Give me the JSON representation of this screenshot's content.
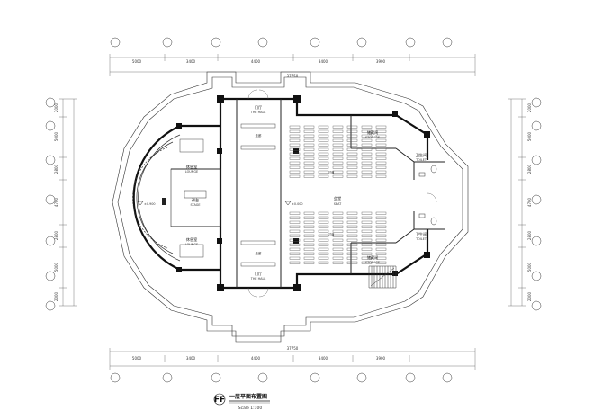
{
  "drawing": {
    "title": "一层平面布置图",
    "scale": "Scale 1:100",
    "code": "FF",
    "ink_color": "#1a1a1a",
    "paper_color": "#ffffff"
  },
  "dimensions": {
    "top_segments": [
      "5000",
      "3400",
      "4400",
      "3400",
      "3900"
    ],
    "top_total": "37750",
    "bottom_segments": [
      "5000",
      "3400",
      "4400",
      "3400",
      "3900"
    ],
    "bottom_total": "37750",
    "left_segments": [
      "2000",
      "5000",
      "2800",
      "4700",
      "2800",
      "5000",
      "2000"
    ],
    "right_segments": [
      "2000",
      "5000",
      "2800",
      "4700",
      "2800",
      "5000",
      "2000"
    ]
  },
  "rooms": {
    "foyer_top": {
      "cn": "门厅",
      "en": "THE HALL"
    },
    "foyer_bottom": {
      "cn": "门厅",
      "en": "THE HALL"
    },
    "storage_top": {
      "cn": "储藏间",
      "en": "STORAGE"
    },
    "storage_bottom": {
      "cn": "储藏间",
      "en": "STORAGE"
    },
    "worship": {
      "cn": "会堂",
      "en": "SEAT"
    },
    "vestry_top": {
      "cn": "休息室",
      "en": "LOUNGE"
    },
    "vestry_bottom": {
      "cn": "休息室",
      "en": "LOUNGE"
    },
    "pulpit": {
      "cn": "讲台",
      "en": "STAGE"
    },
    "wc_top": {
      "cn": "卫生间",
      "en": "TOILET"
    },
    "wc_bottom": {
      "cn": "卫生间",
      "en": "TOILET"
    },
    "corridor_top": "走廊",
    "corridor_bottom": "走廊",
    "aisle_left": "过道",
    "aisle_right": "过道",
    "elev_pulpit": "±0.900",
    "elev_hall": "±0.000"
  },
  "icons": {
    "axis_bubble": "axis-bubble-icon",
    "elevation_marker": "elevation-marker-icon",
    "toilet": "toilet-fixture-icon",
    "stair": "stair-icon"
  }
}
